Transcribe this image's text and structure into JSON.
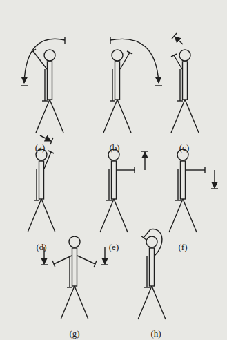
{
  "diagram": {
    "labels": [
      "(a)",
      "(b)",
      "(c)",
      "(d)",
      "(e)",
      "(f)",
      "(g)",
      "(h)"
    ]
  }
}
